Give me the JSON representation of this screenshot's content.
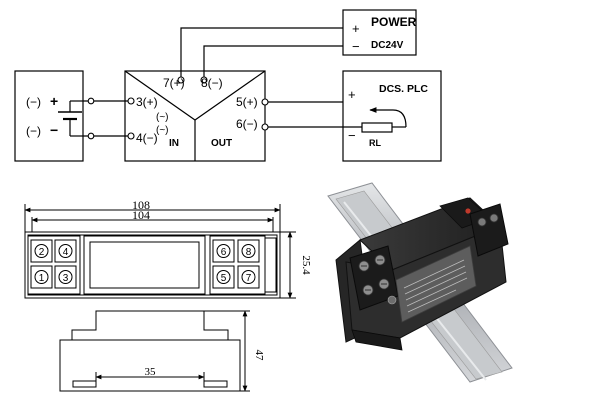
{
  "schematic": {
    "power_box": {
      "title": "POWER",
      "plus": "+",
      "minus": "−",
      "voltage": "DC24V"
    },
    "dcs_box": {
      "title": "DCS. PLC",
      "plus": "+",
      "minus": "−",
      "resistor": "RL"
    },
    "input_source": {
      "pos_paren": "(−)",
      "pos_sign": "+",
      "neg_paren": "(−)",
      "neg_sign": "−"
    },
    "module": {
      "pin7": "7(+)",
      "pin8": "8(−)",
      "pin3": "3(+)",
      "pin3_sub": "(~)",
      "pin4": "4(−)",
      "pin4_sub": "(~)",
      "pin5": "5(+)",
      "pin6": "6(−)",
      "in_label": "IN",
      "out_label": "OUT"
    }
  },
  "dimensions": {
    "width_outer": "108",
    "width_inner": "104",
    "height_side": "25.4",
    "height_profile": "47",
    "base_width": "35",
    "terminals_left": [
      "2",
      "4",
      "1",
      "3"
    ],
    "terminals_right": [
      "6",
      "8",
      "5",
      "7"
    ]
  },
  "colors": {
    "line": "#000000",
    "housing": "#2b2b2b",
    "rail": "#b9bcc0",
    "terminal": "#1e1e1e",
    "label": "#c8c8c8"
  }
}
